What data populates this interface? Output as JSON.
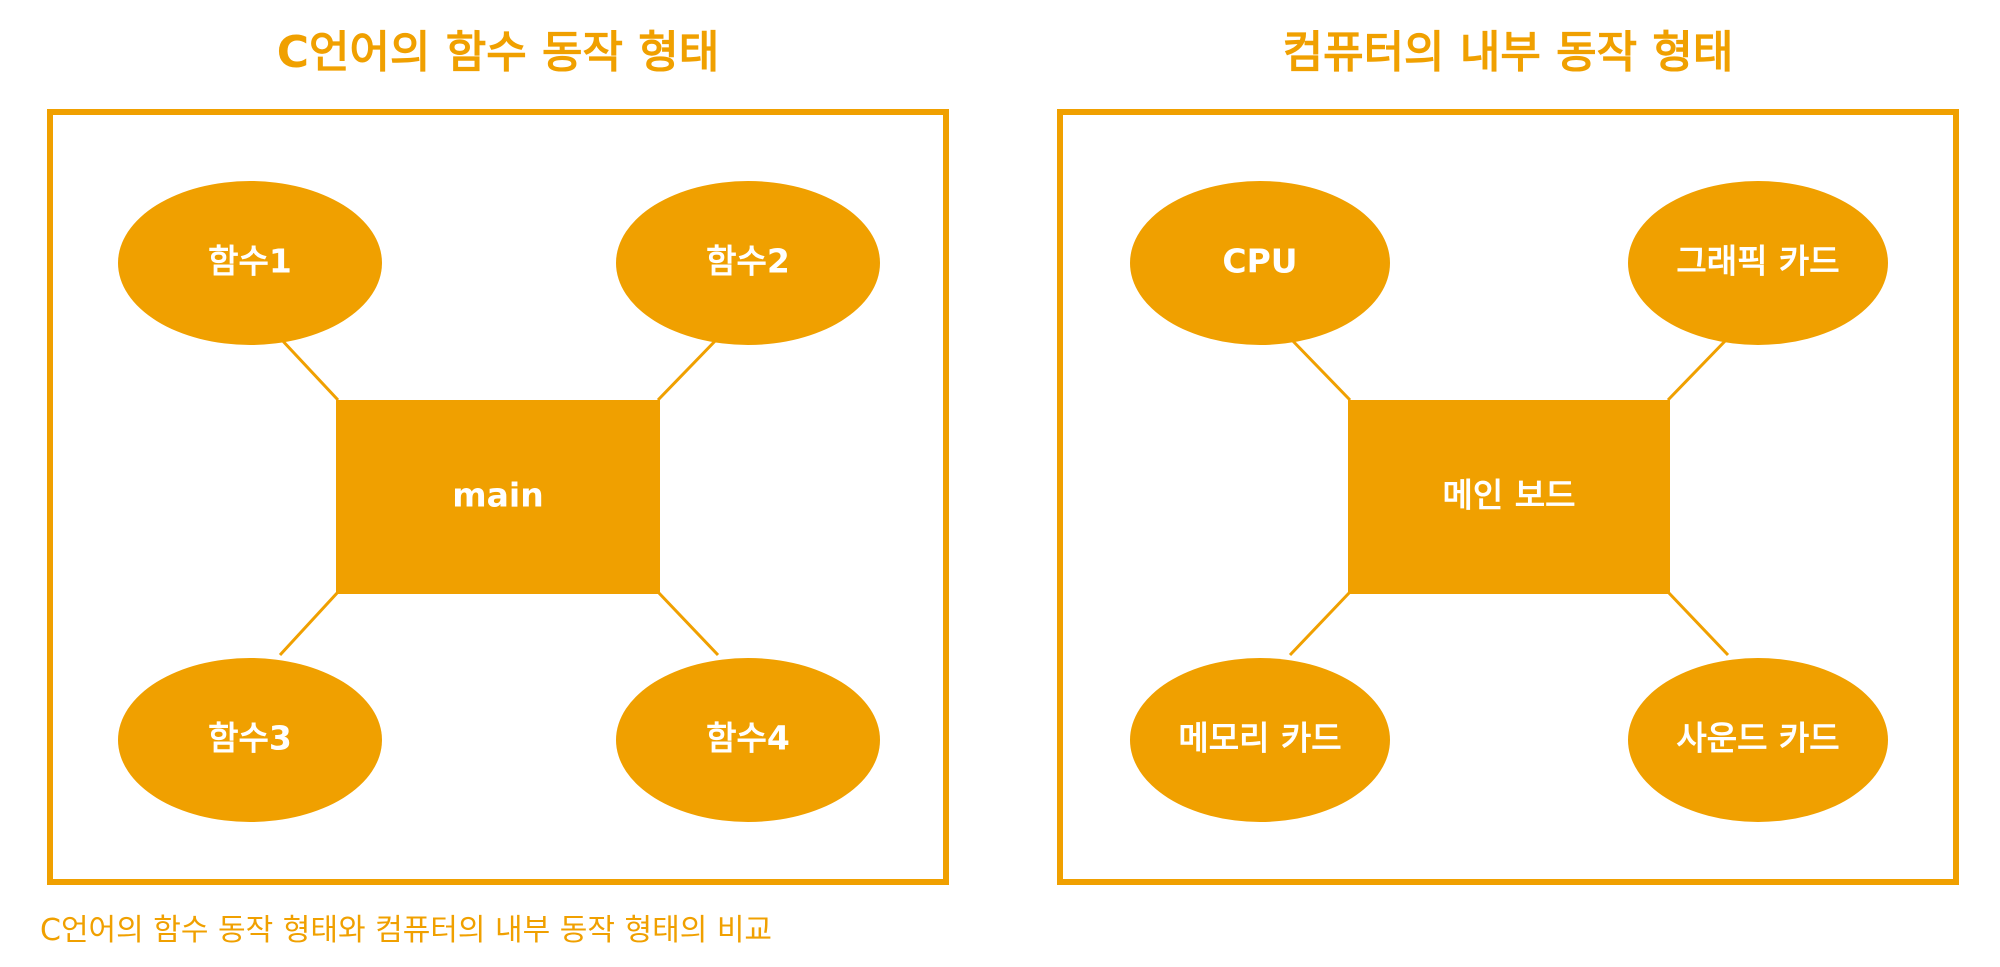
{
  "accent_color": "#F0A000",
  "left_panel": {
    "title": "C언어의 함수 동작 형태",
    "center_label": "main",
    "nodes": {
      "top_left": "함수1",
      "top_right": "함수2",
      "bottom_left": "함수3",
      "bottom_right": "함수4"
    }
  },
  "right_panel": {
    "title": "컴퓨터의 내부 동작 형태",
    "center_label": "메인 보드",
    "nodes": {
      "top_left": "CPU",
      "top_right": "그래픽 카드",
      "bottom_left": "메모리 카드",
      "bottom_right": "사운드 카드"
    }
  },
  "caption": "C언어의 함수 동작 형태와 컴퓨터의 내부 동작 형태의 비교"
}
